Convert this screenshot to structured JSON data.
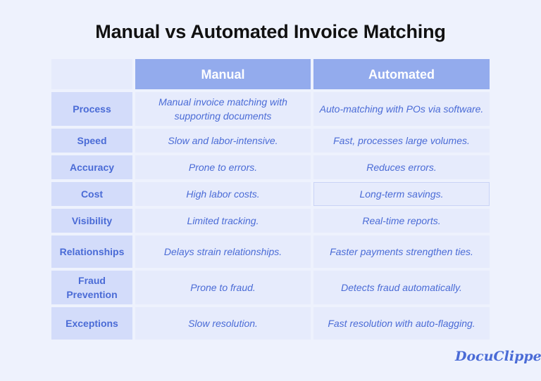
{
  "title": "Manual vs Automated Invoice Matching",
  "columns": [
    "",
    "Manual",
    "Automated"
  ],
  "rows": [
    {
      "label": "Process",
      "manual": "Manual invoice matching with supporting documents",
      "automated": "Auto-matching with POs via software."
    },
    {
      "label": "Speed",
      "manual": "Slow and labor-intensive.",
      "automated": "Fast, processes large volumes."
    },
    {
      "label": "Accuracy",
      "manual": "Prone to errors.",
      "automated": "Reduces errors."
    },
    {
      "label": "Cost",
      "manual": "High labor costs.",
      "automated": "Long-term savings."
    },
    {
      "label": "Visibility",
      "manual": "Limited tracking.",
      "automated": "Real-time reports."
    },
    {
      "label": "Relationships",
      "manual": "Delays strain relationships.",
      "automated": "Faster payments strengthen ties."
    },
    {
      "label": "Fraud Prevention",
      "manual": "Prone to fraud.",
      "automated": "Detects fraud automatically."
    },
    {
      "label": "Exceptions",
      "manual": "Slow resolution.",
      "automated": "Fast resolution with auto-flagging."
    }
  ],
  "logo": "DocuClipper",
  "colors": {
    "background": "#eef2fd",
    "header": "#93abed",
    "label_cell": "#d3dcfa",
    "value_cell": "#e6ebfc",
    "text": "#4a6bd6"
  }
}
